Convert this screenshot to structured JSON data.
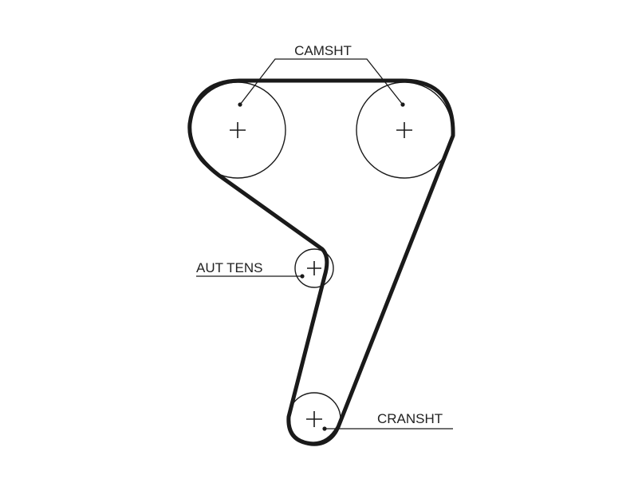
{
  "labels": {
    "camshaft": "CAMSHT",
    "tensioner": "AUT TENS",
    "crankshaft": "CRANSHT"
  },
  "colors": {
    "line": "#1a1a1a",
    "background": "#ffffff"
  }
}
